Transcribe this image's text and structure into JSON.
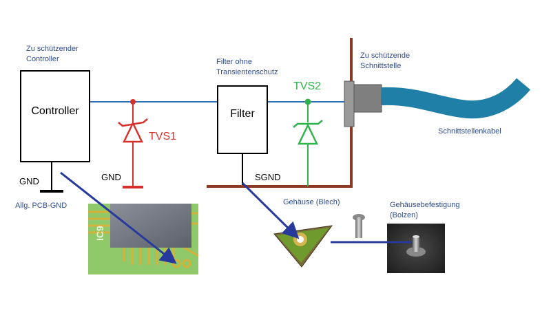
{
  "labels": {
    "controller_caption_1": "Zu schützender",
    "controller_caption_2": "Controller",
    "controller_box": "Controller",
    "gnd_left": "GND",
    "pcb_gnd": "Allg. PCB-GND",
    "filter_caption_1": "Filter ohne",
    "filter_caption_2": "Transientenschutz",
    "filter_box": "Filter",
    "tvs1": "TVS1",
    "gnd_tvs1": "GND",
    "tvs2": "TVS2",
    "sgnd": "SGND",
    "interface_caption_1": "Zu schützende",
    "interface_caption_2": "Schnittstelle",
    "cable": "Schnittstellenkabel",
    "housing": "Gehäuse (Blech)",
    "mount_caption_1": "Gehäusebefestigung",
    "mount_caption_2": "(Bolzen)",
    "chip_marking": "IC9"
  },
  "colors": {
    "signal_line": "#2e6fb5",
    "tvs1": "#d8312d",
    "tvs2": "#2fb34a",
    "housing": "#8b3a22",
    "arrow": "#27399b",
    "caption_text": "#2f4c8f",
    "cable": "#1f7fa7"
  }
}
